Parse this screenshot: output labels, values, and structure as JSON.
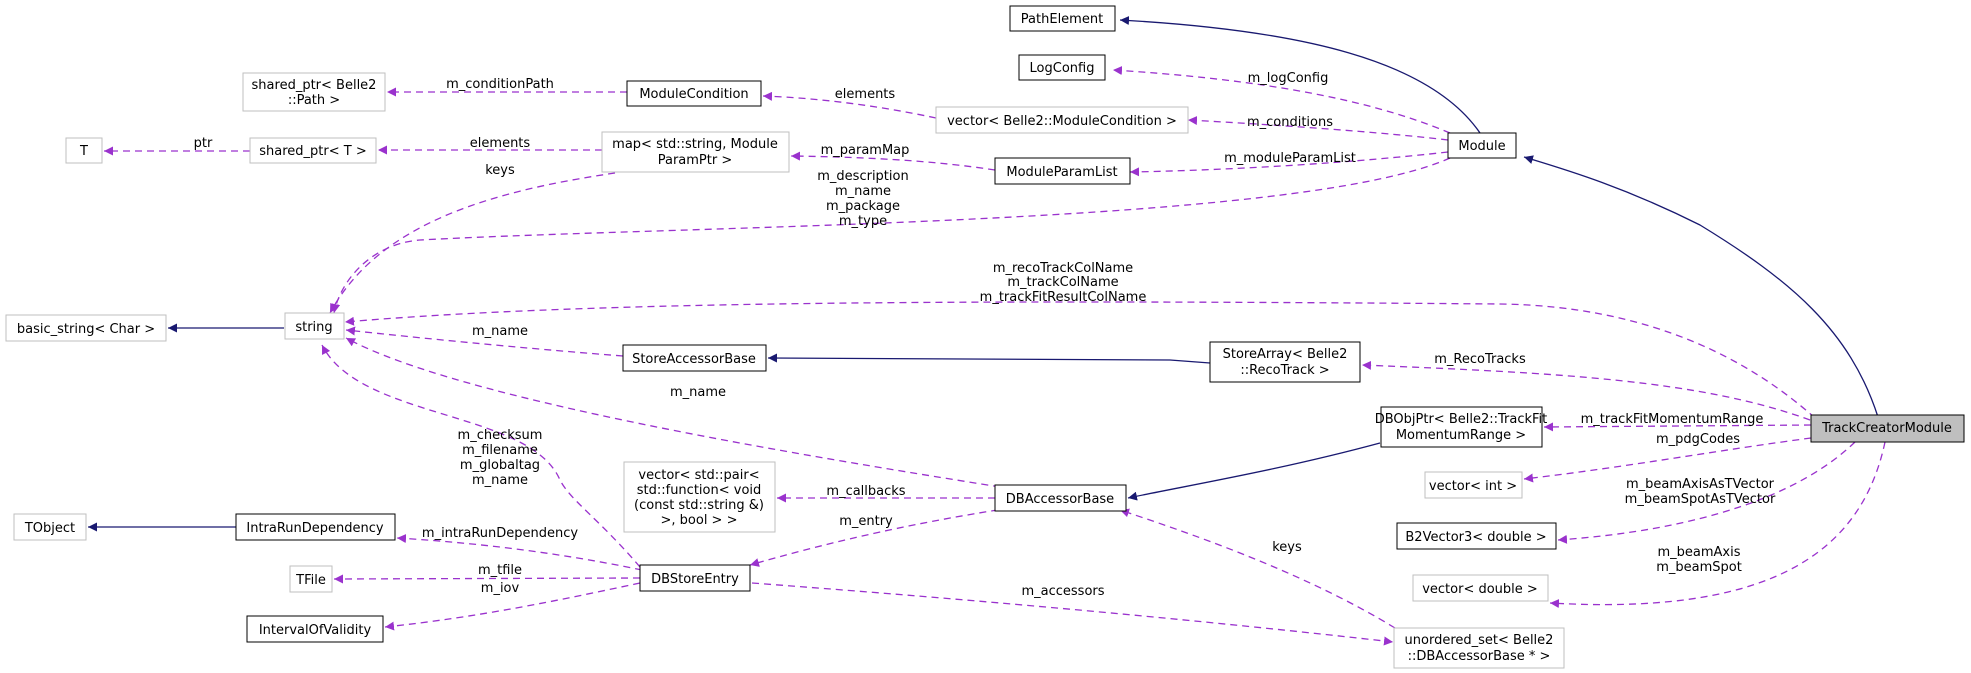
{
  "nodes": {
    "TrackCreatorModule": [
      "TrackCreatorModule"
    ],
    "Module": [
      "Module"
    ],
    "PathElement": [
      "PathElement"
    ],
    "LogConfig": [
      "LogConfig"
    ],
    "vectorModuleCondition": [
      "vector< Belle2::ModuleCondition >"
    ],
    "ModuleCondition": [
      "ModuleCondition"
    ],
    "sharedPtrPath": [
      "shared_ptr< Belle2",
      "::Path >"
    ],
    "ModuleParamList": [
      "ModuleParamList"
    ],
    "mapModuleParam": [
      "map< std::string, Module",
      "ParamPtr >"
    ],
    "sharedPtrT": [
      "shared_ptr< T >"
    ],
    "T": [
      "T"
    ],
    "string": [
      "string"
    ],
    "basicString": [
      "basic_string< Char >"
    ],
    "StoreAccessorBase": [
      "StoreAccessorBase"
    ],
    "StoreArrayRecoTrack": [
      "StoreArray< Belle2",
      "::RecoTrack >"
    ],
    "DBObjPtr": [
      "DBObjPtr< Belle2::TrackFit",
      "MomentumRange >"
    ],
    "vectorInt": [
      "vector< int >"
    ],
    "B2Vector3": [
      "B2Vector3< double >"
    ],
    "vectorDouble": [
      "vector< double >"
    ],
    "DBAccessorBase": [
      "DBAccessorBase"
    ],
    "vectorPairCallback": [
      "vector< std::pair<",
      "std::function< void",
      "(const std::string &)",
      ">, bool > >"
    ],
    "DBStoreEntry": [
      "DBStoreEntry"
    ],
    "IntraRunDependency": [
      "IntraRunDependency"
    ],
    "TObject": [
      "TObject"
    ],
    "TFile": [
      "TFile"
    ],
    "IntervalOfValidity": [
      "IntervalOfValidity"
    ],
    "unorderedSet": [
      "unordered_set< Belle2",
      "::DBAccessorBase * >"
    ]
  },
  "edge_labels": {
    "logConfig": [
      "m_logConfig"
    ],
    "conditions": [
      "m_conditions"
    ],
    "moduleParamList": [
      "m_moduleParamList"
    ],
    "moduleStrings": [
      "m_description",
      "m_name",
      "m_package",
      "m_type"
    ],
    "elementsCond": [
      "elements"
    ],
    "conditionPath": [
      "m_conditionPath"
    ],
    "paramMap": [
      "m_paramMap"
    ],
    "elementsMap": [
      "elements"
    ],
    "keysMap": [
      "keys"
    ],
    "ptr": [
      "ptr"
    ],
    "trackStrings": [
      "m_recoTrackColName",
      "m_trackColName",
      "m_trackFitResultColName"
    ],
    "recoTracks": [
      "m_RecoTracks"
    ],
    "momentumRange": [
      "m_trackFitMomentumRange"
    ],
    "pdgCodes": [
      "m_pdgCodes"
    ],
    "beamVec": [
      "m_beamAxisAsTVector",
      "m_beamSpotAsTVector"
    ],
    "beamAxis": [
      "m_beamAxis",
      "m_beamSpot"
    ],
    "storeName": [
      "m_name"
    ],
    "dbName": [
      "m_name"
    ],
    "entryStrings": [
      "m_checksum",
      "m_filename",
      "m_globaltag",
      "m_name"
    ],
    "callbacks": [
      "m_callbacks"
    ],
    "entry": [
      "m_entry"
    ],
    "intraRun": [
      "m_intraRunDependency"
    ],
    "tfile": [
      "m_tfile"
    ],
    "iov": [
      "m_iov"
    ],
    "accessors": [
      "m_accessors"
    ],
    "keysSet": [
      "keys"
    ]
  },
  "colors": {
    "inheritance": "#191970",
    "usage": "#9a32cd",
    "highlight_fill": "#bfbfbf",
    "external_border": "#bfbfbf",
    "node_border": "#000000"
  }
}
